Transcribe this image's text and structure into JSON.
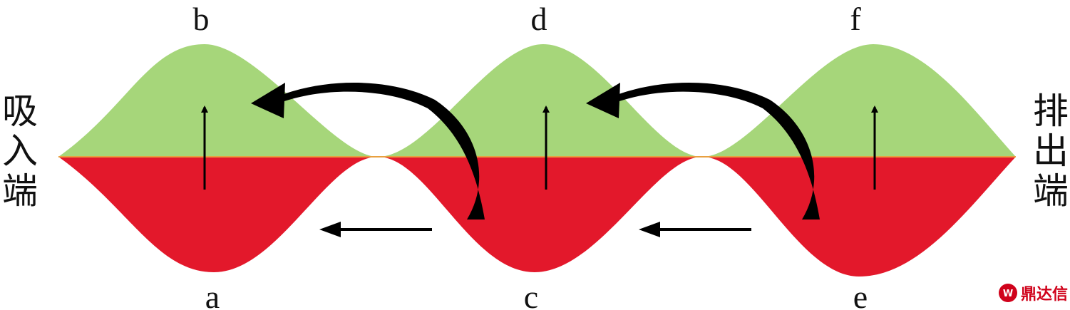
{
  "labels": {
    "a": "a",
    "b": "b",
    "c": "c",
    "d": "d",
    "e": "e",
    "f": "f"
  },
  "left_side": {
    "chars": [
      "吸",
      "入",
      "端"
    ]
  },
  "right_side": {
    "chars": [
      "排",
      "出",
      "端"
    ]
  },
  "watermark": {
    "text": "鼎达信"
  },
  "colors": {
    "upper_region": "#a6d67a",
    "lower_region": "#e3182b",
    "arrow": "#000000",
    "watermark": "#d0021b"
  }
}
